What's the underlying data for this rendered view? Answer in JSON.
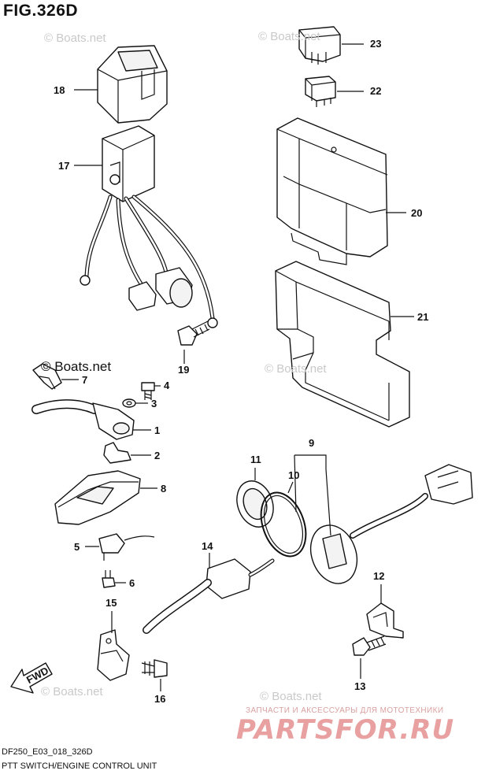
{
  "figure": {
    "title": "FIG.326D",
    "code": "DF250_E03_018_326D",
    "caption": "PTT SWITCH/ENGINE CONTROL UNIT"
  },
  "watermark": {
    "text": "© Boats.net",
    "accent": "© Boats.net"
  },
  "shop": {
    "tagline": "ЗАПЧАСТИ И АКСЕССУАРЫ ДЛЯ МОТОТЕХНИКИ",
    "logo": "PARTSFOR.RU",
    "color": "#e8a0a0"
  },
  "direction": {
    "label": "FWD"
  },
  "callouts": [
    "1",
    "2",
    "3",
    "4",
    "5",
    "6",
    "7",
    "8",
    "9",
    "10",
    "11",
    "12",
    "13",
    "14",
    "15",
    "16",
    "17",
    "18",
    "19",
    "20",
    "21",
    "22",
    "23"
  ]
}
